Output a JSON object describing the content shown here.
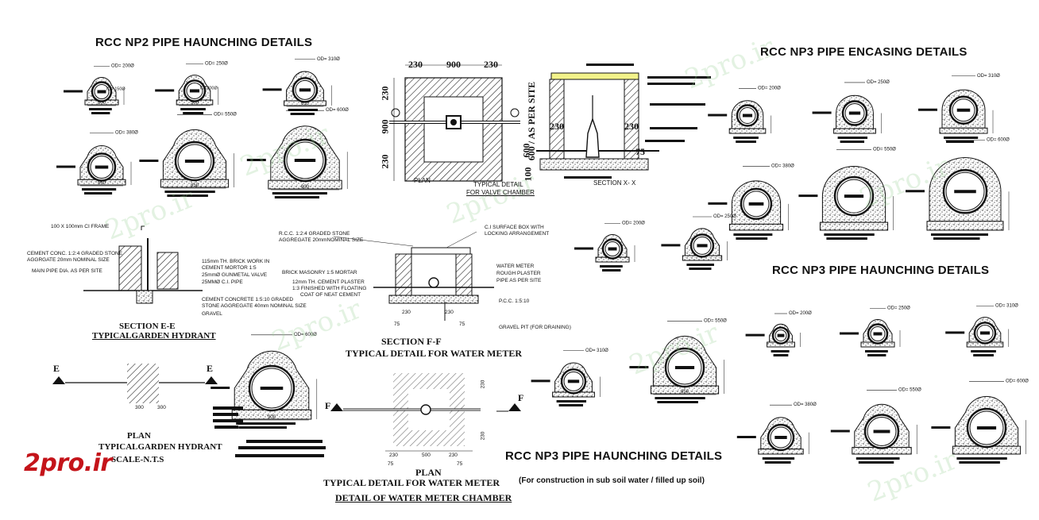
{
  "titles": {
    "np2_haunching": "RCC NP2 PIPE HAUNCHING DETAILS",
    "np3_encasing": "RCC NP3 PIPE ENCASING DETAILS",
    "np3_haunching_mid": "RCC NP3 PIPE HAUNCHING DETAILS",
    "np3_haunching_bottom": "RCC NP3 PIPE HAUNCHING DETAILS",
    "np3_note": "(For construction in sub soil water / filled up soil)"
  },
  "valve_chamber": {
    "dim_top": [
      "230",
      "900",
      "230"
    ],
    "dim_left": [
      "230",
      "900",
      "230"
    ],
    "plan_label": "PLAN",
    "caption_1": "TYPICAL DETAIL",
    "caption_2": "FOR VALVE CHAMBER",
    "section_label": "SECTION X- X",
    "section_dims": [
      "600 / AS PER SITE",
      "230",
      "230",
      "600",
      "100",
      "75"
    ]
  },
  "garden_hydrant": {
    "section_title": "SECTION E-E",
    "section_sub": "TYPICALGARDEN HYDRANT",
    "plan_title": "PLAN",
    "plan_sub": "TYPICALGARDEN HYDRANT",
    "scale": "SCALE-N.T.S",
    "marker_left": "E",
    "marker_right": "E",
    "notes_left": [
      "100 X 100mm CI FRAME",
      "CEMENT CONC. 1:2:4 GRADED STONE",
      "AGGRGATE 20mm NOMINAL SIZE",
      "MAIN PIPE DIA. AS PER SITE"
    ],
    "notes_right": [
      "115mm TH. BRICK WORK IN",
      "CEMENT MORTOR 1:5",
      "25mmØ GUNMETAL VALVE",
      "25MMØ C.I. PIPE",
      "CEMENT CONCRETE 1:5:10 GRADED",
      "STONE AGGREGATE 40mm NOMINAL SIZE",
      "GRAVEL"
    ],
    "plan_dims": [
      "300",
      "300"
    ]
  },
  "water_meter": {
    "section_title": "SECTION F-F",
    "section_sub": "TYPICAL DETAIL FOR WATER METER",
    "plan_title": "PLAN",
    "plan_sub": "TYPICAL DETAIL FOR WATER METER",
    "chamber_title": "DETAIL OF WATER METER CHAMBER",
    "marker_left": "F",
    "marker_right": "F",
    "notes_left": [
      "R.C.C. 1:2:4 GRADED STONE",
      "AGGREGATE 20mmNOMINAL SIZE",
      "BRICK MASONRY 1:5 MORTAR",
      "12mm TH. CEMENT PLASTER",
      "1:3 FINISHED WITH FLOATING",
      "COAT OF NEAT CEMENT"
    ],
    "notes_right": [
      "C.I SURFACE BOX WITH",
      "LOCKING ARRANGEMENT",
      "WATER METER",
      "ROUGH PLASTER",
      "PIPE AS PER SITE",
      "P.C.C. 1:5:10",
      "GRAVEL PIT (FOR DRAINING)"
    ],
    "section_dims": [
      "230",
      "230",
      "75",
      "75"
    ],
    "plan_dims": [
      "230",
      "500",
      "230",
      "75",
      "75",
      "230",
      "230"
    ]
  },
  "pipe_details": [
    {
      "id": "np2-a",
      "od": "OD= 200Ø",
      "id_label": "ID= 150Ø",
      "base": "500"
    },
    {
      "id": "np2-b",
      "od": "OD= 250Ø",
      "id_label": "ID=200Ø",
      "base": "500"
    },
    {
      "id": "np2-c",
      "od": "OD= 310Ø",
      "id_label": "",
      "base": "610"
    },
    {
      "id": "np2-d",
      "od": "OD= 380Ø",
      "id_label": "",
      "base": "560"
    },
    {
      "id": "np2-e",
      "od": "OD= 550Ø",
      "id_label": "",
      "base": "850"
    },
    {
      "id": "np2-f",
      "od": "OD= 600Ø",
      "id_label": "",
      "base": "900"
    },
    {
      "id": "enc-a",
      "od": "OD= 200Ø",
      "id_label": "",
      "base": ""
    },
    {
      "id": "enc-b",
      "od": "OD= 250Ø",
      "id_label": "",
      "base": ""
    },
    {
      "id": "enc-c",
      "od": "OD= 310Ø",
      "id_label": "",
      "base": ""
    },
    {
      "id": "enc-d",
      "od": "OD= 380Ø",
      "id_label": "",
      "base": ""
    },
    {
      "id": "enc-e",
      "od": "OD= 550Ø",
      "id_label": "",
      "base": ""
    },
    {
      "id": "enc-f",
      "od": "OD= 600Ø",
      "id_label": "",
      "base": ""
    },
    {
      "id": "mh-a",
      "od": "OD= 200Ø",
      "id_label": "",
      "base": ""
    },
    {
      "id": "mh-b",
      "od": "OD= 250Ø",
      "id_label": "",
      "base": ""
    },
    {
      "id": "np3-a",
      "od": "OD= 310Ø",
      "id_label": "",
      "base": ""
    },
    {
      "id": "np3-b",
      "od": "OD= 550Ø",
      "id_label": "",
      "base": "850"
    },
    {
      "id": "np3-c",
      "od": "OD= 200Ø",
      "id_label": "",
      "base": ""
    },
    {
      "id": "np3-d",
      "od": "OD= 250Ø",
      "id_label": "",
      "base": ""
    },
    {
      "id": "np3-e",
      "od": "OD= 310Ø",
      "id_label": "",
      "base": ""
    },
    {
      "id": "np3-f",
      "od": "OD= 380Ø",
      "id_label": "",
      "base": ""
    },
    {
      "id": "np3-g",
      "od": "OD= 550Ø",
      "id_label": "",
      "base": ""
    },
    {
      "id": "np3-h",
      "od": "OD= 600Ø",
      "id_label": "",
      "base": ""
    },
    {
      "id": "gh-pipe",
      "od": "OD= 600Ø",
      "id_label": "",
      "base": "900"
    }
  ],
  "logo": "2pro.ir",
  "watermark": "2pro.ir",
  "colors": {
    "ink": "#111111",
    "logo": "#c4141a",
    "watermark": "#9ed39a",
    "highlight": "#f2f28a"
  }
}
